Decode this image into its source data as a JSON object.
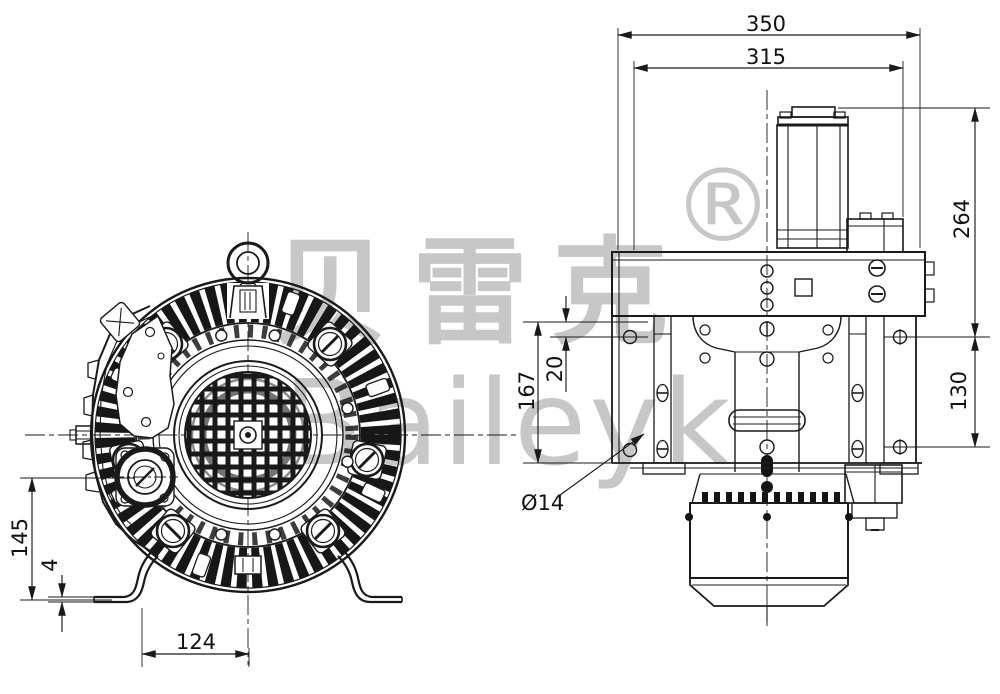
{
  "page": {
    "background_color": "#ffffff",
    "line_color": "#1a1a1a",
    "content": "technical drawing, two views of a side-channel blower"
  },
  "watermark": {
    "brand_chinese": "贝雷克",
    "brand_latin": "Baileyk",
    "registered_symbol": "®",
    "color": "#c7c7c7"
  },
  "dimensions": {
    "overall_width": "350",
    "flange_width": "315",
    "upper_height": "264",
    "hole_spacing": "130",
    "body_height": "167",
    "hole_offset": "20",
    "hole_diameter": "Ø14",
    "foot_height": "145",
    "foot_thickness": "4",
    "foot_center_offset": "124"
  }
}
